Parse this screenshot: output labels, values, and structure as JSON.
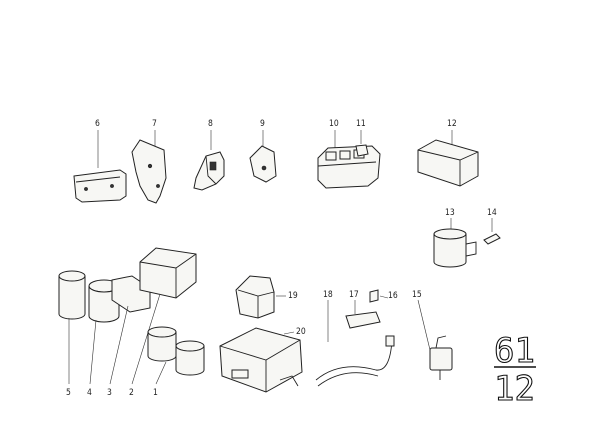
{
  "diagram": {
    "part_labels": [
      "1",
      "2",
      "3",
      "4",
      "5",
      "6",
      "7",
      "8",
      "9",
      "10",
      "11",
      "12",
      "13",
      "14",
      "15",
      "16",
      "17",
      "18",
      "19",
      "20"
    ],
    "section_code": {
      "top": "61",
      "bottom": "12"
    }
  }
}
